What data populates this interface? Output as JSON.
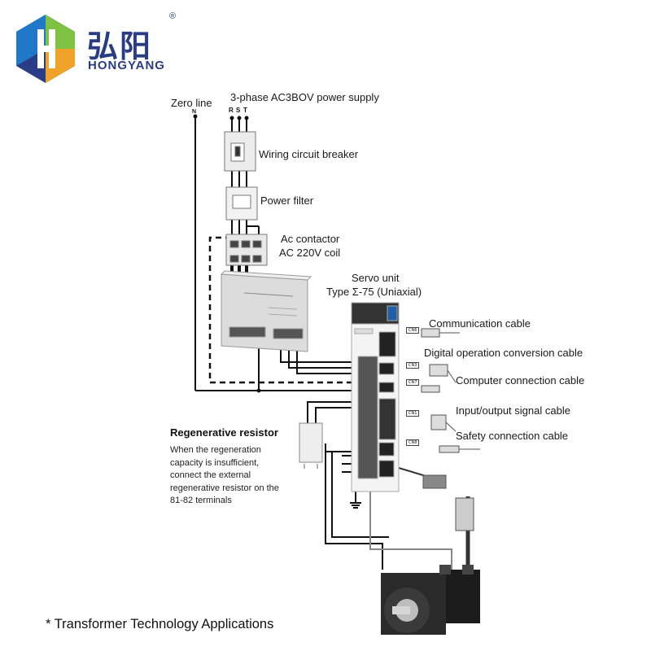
{
  "brand": {
    "name_cn": "弘阳",
    "name_en": "HONGYANG",
    "registered_mark": "®",
    "logo_colors": [
      "#1f78c8",
      "#7dc242",
      "#f0a229",
      "#2a3c86"
    ]
  },
  "labels": {
    "zero_line": "Zero line",
    "zero_line_terminal": "N",
    "power_supply": "3-phase AC3BOV power supply",
    "phases": [
      "R",
      "S",
      "T"
    ],
    "circuit_breaker": "Wiring circuit breaker",
    "power_filter": "Power filter",
    "ac_contactor_line1": "Ac contactor",
    "ac_contactor_line2": "AC 220V coil",
    "servo_unit_line1": "Servo unit",
    "servo_unit_line2": "Type Σ-75 (Uniaxial)"
  },
  "connectors": [
    {
      "tag": "CN6",
      "label": "Communication cable"
    },
    {
      "tag": "CN3",
      "label": "Digital operation conversion cable"
    },
    {
      "tag": "CN7",
      "label": "Computer connection cable"
    },
    {
      "tag": "CN1",
      "label": "Input/output signal cable"
    },
    {
      "tag": "CN8",
      "label": "Safety connection cable"
    }
  ],
  "regenerative": {
    "title": "Regenerative resistor",
    "description": "When the regeneration capacity is insufficient, connect the external regenerative resistor on the 81-82 terminals"
  },
  "footer": "* Transformer Technology Applications",
  "colors": {
    "wire": "#111111",
    "device": "#e6e6e6",
    "accent": "#2a3c86"
  }
}
